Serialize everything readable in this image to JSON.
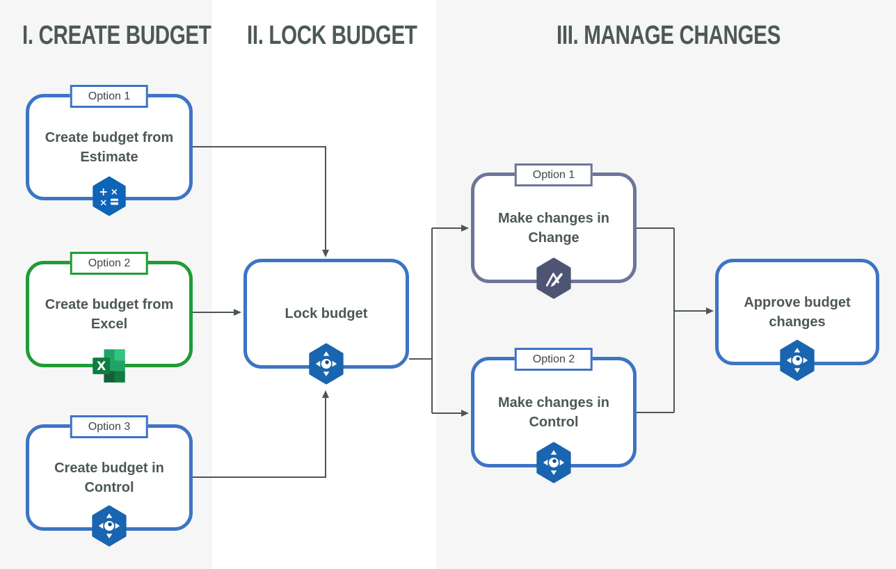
{
  "columns": [
    {
      "title": "I. CREATE BUDGET"
    },
    {
      "title": "II. LOCK BUDGET"
    },
    {
      "title": "III. MANAGE CHANGES"
    }
  ],
  "nodes": [
    {
      "id": "create-budget-from-estimate",
      "tag": "Option 1",
      "label": "Create budget from Estimate",
      "border_color": "#3d74c4",
      "icon": "estimate-hexagon-icon"
    },
    {
      "id": "create-budget-from-excel",
      "tag": "Option 2",
      "label": "Create budget from Excel",
      "border_color": "#1f9c35",
      "icon": "excel-icon"
    },
    {
      "id": "create-budget-in-control",
      "tag": "Option 3",
      "label": "Create budget in Control",
      "border_color": "#3d74c4",
      "icon": "control-hexagon-icon"
    },
    {
      "id": "lock-budget",
      "tag": null,
      "label": "Lock budget",
      "border_color": "#3d74c4",
      "icon": "control-hexagon-icon"
    },
    {
      "id": "make-changes-in-change",
      "tag": "Option 1",
      "label": "Make changes in Change",
      "border_color": "#6f7598",
      "icon": "change-hexagon-icon"
    },
    {
      "id": "make-changes-in-control",
      "tag": "Option 2",
      "label": "Make changes in Control",
      "border_color": "#3d74c4",
      "icon": "control-hexagon-icon"
    },
    {
      "id": "approve-budget-changes",
      "tag": null,
      "label": "Approve budget changes",
      "border_color": "#3d74c4",
      "icon": "control-hexagon-icon"
    }
  ],
  "edges": [
    {
      "from": "create-budget-from-estimate",
      "to": "lock-budget"
    },
    {
      "from": "create-budget-from-excel",
      "to": "lock-budget"
    },
    {
      "from": "create-budget-in-control",
      "to": "lock-budget"
    },
    {
      "from": "lock-budget",
      "to": "make-changes-in-change"
    },
    {
      "from": "lock-budget",
      "to": "make-changes-in-control"
    },
    {
      "from": "make-changes-in-change",
      "to": "approve-budget-changes"
    },
    {
      "from": "make-changes-in-control",
      "to": "approve-budget-changes"
    }
  ],
  "colors": {
    "background": "#f5f6f5",
    "lock_column_band": "#ffffff",
    "heading_text": "#4d5858",
    "node_text": "#4d5757",
    "arrow": "#4d5656",
    "blue_border": "#3d74c4",
    "green_border": "#1f9c35",
    "slate_border": "#6f7598",
    "estimate_icon_fill": "#0e64b6",
    "control_icon_fill": "#1965af",
    "change_icon_fill": "#4e5574",
    "excel_greens": [
      "#33c481",
      "#21a366",
      "#107c41",
      "#185c37"
    ]
  }
}
